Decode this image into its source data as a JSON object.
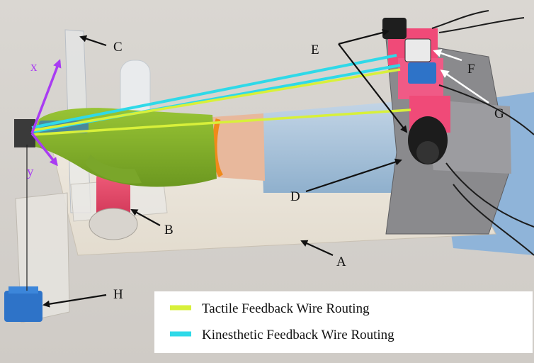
{
  "labels": {
    "a": "A",
    "b": "B",
    "c": "C",
    "d": "D",
    "e": "E",
    "f": "F",
    "g": "G",
    "h": "H",
    "x": "x",
    "y": "y"
  },
  "legend": {
    "items": [
      {
        "label": "Tactile Feedback Wire Routing",
        "color": "#d8f03a"
      },
      {
        "label": "Kinesthetic Feedback Wire Routing",
        "color": "#2fd9e8"
      }
    ]
  },
  "colors": {
    "axis": "#a93cf2",
    "glove": "#86b526",
    "sleeve": "#a9c4de",
    "cylinder": "#e83d5f",
    "motor_blue": "#2e73c8",
    "housing_pink": "#f04a78",
    "board": "#ece6dc",
    "bracket": "#7d7d80"
  }
}
